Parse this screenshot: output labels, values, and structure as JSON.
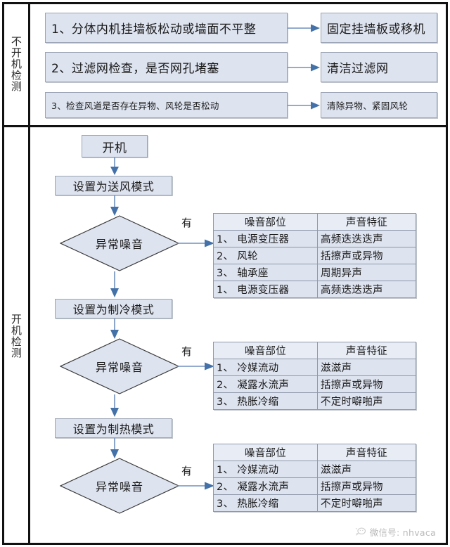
{
  "colors": {
    "box_fill": "#dde3ef",
    "table_header_fill": "#e7ecf5",
    "box_border": "#9aa4b4",
    "arrow": "#4472a8",
    "frame": "#111111",
    "diamond_fill": "#dde3ef",
    "diamond_border": "#3a3a3a",
    "watermark": "#b9b9b9"
  },
  "sections": {
    "power_off": {
      "side_label": "不开机检测",
      "rows": [
        {
          "cause": "1、分体内机挂墙板松动或墙面不平整",
          "action": "固定挂墙板或移机"
        },
        {
          "cause": "2、过滤网检查，是否网孔堵塞",
          "action": "清洁过滤网"
        },
        {
          "cause": "3、检查风道是否存在异物、风轮是否松动",
          "action": "清除异物、紧固风轮"
        }
      ]
    },
    "power_on": {
      "side_label": "开机检测",
      "start_label": "开机",
      "stages": [
        {
          "mode_label": "设置为送风模式",
          "decision_label": "异常噪音",
          "branch_label": "有",
          "table": {
            "headers": [
              "噪音部位",
              "声音特征"
            ],
            "rows": [
              [
                "1、 电源变压器",
                "高频迭迭迭声"
              ],
              [
                "2、 风轮",
                "括擦声或异物"
              ],
              [
                "3、 轴承座",
                "周期异声"
              ],
              [
                "1、 电源变压器",
                "高频迭迭迭声"
              ]
            ]
          }
        },
        {
          "mode_label": "设置为制冷模式",
          "decision_label": "异常噪音",
          "branch_label": "有",
          "table": {
            "headers": [
              "噪音部位",
              "声音特征"
            ],
            "rows": [
              [
                "1、 冷媒流动",
                "滋滋声"
              ],
              [
                "2、 凝露水流声",
                "括擦声或异物"
              ],
              [
                "3、 热胀冷缩",
                "不定时噼啪声"
              ]
            ]
          }
        },
        {
          "mode_label": "设置为制热模式",
          "decision_label": "异常噪音",
          "branch_label": "有",
          "table": {
            "headers": [
              "噪音部位",
              "声音特征"
            ],
            "rows": [
              [
                "1、 冷媒流动",
                "滋滋声"
              ],
              [
                "2、 凝露水流声",
                "括擦声或异物"
              ],
              [
                "3、 热胀冷缩",
                "不定时噼啪声"
              ]
            ]
          }
        }
      ]
    }
  },
  "watermark": {
    "icon": "wechat-bubble-icon",
    "text": "微信号: nhvaca"
  }
}
